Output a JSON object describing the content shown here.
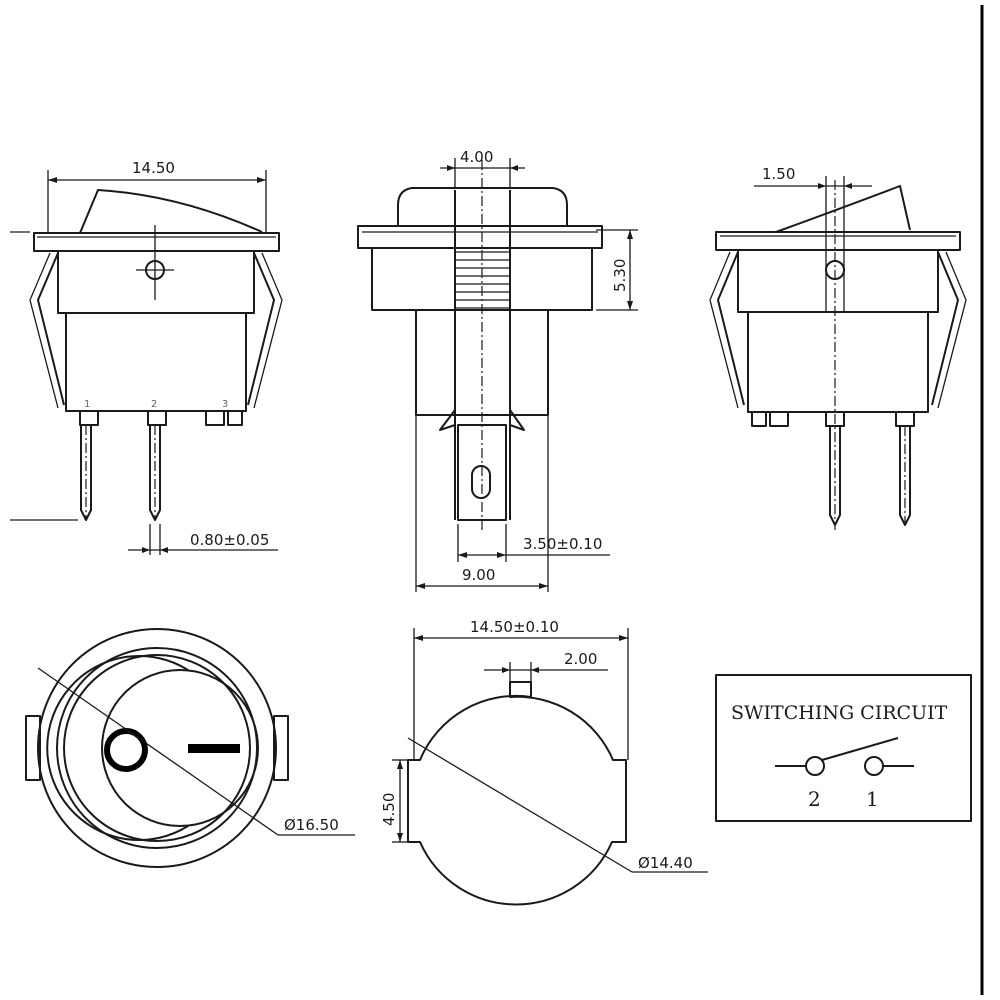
{
  "dimensions": {
    "front_width": "14.50",
    "pin_width": "0.80±0.05",
    "side_actuator_width": "4.00",
    "side_height": "5.30",
    "side_tab_width": "3.50±0.10",
    "side_body_width": "9.00",
    "right_offset": "1.50",
    "bezel_diameter": "Ø16.50",
    "cutout_width": "14.50±0.10",
    "cutout_key_width": "2.00",
    "cutout_flat": "4.50",
    "cutout_diameter": "Ø14.40"
  },
  "pins": [
    "1",
    "2",
    "3"
  ],
  "symbols": {
    "on": "I",
    "off": "O"
  },
  "circuit": {
    "title": "SWITCHING CIRCUIT",
    "terminal_left": "2",
    "terminal_right": "1"
  }
}
